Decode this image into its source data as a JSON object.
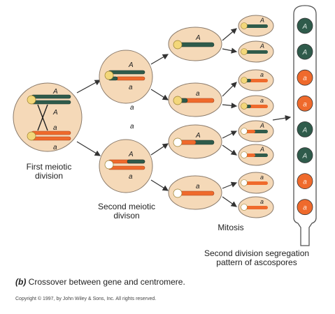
{
  "labels": {
    "first_meiotic": [
      "First meiotic",
      "division"
    ],
    "second_meiotic": [
      "Second meiotic",
      "divison"
    ],
    "mitosis": "Mitosis",
    "ascospores": [
      "Second division segregation",
      "pattern of ascospores"
    ],
    "caption_letter": "(b)",
    "caption_text": "Crossover between gene and centromere.",
    "copyright": "Copyright © 1997, by John Wiley & Sons, Inc. All rights reserved."
  },
  "alleles": {
    "dominant": "A",
    "recessive": "a"
  },
  "ascospore_pattern": [
    "A",
    "A",
    "a",
    "a",
    "A",
    "A",
    "a",
    "a"
  ],
  "colors": {
    "cell_fill": "#f5d9b8",
    "cell_stroke": "#8a7a6a",
    "dark_green": "#2f5b4b",
    "orange": "#ef6a2c",
    "centromere": "#f3d77a",
    "ascus_stroke": "#555555"
  }
}
